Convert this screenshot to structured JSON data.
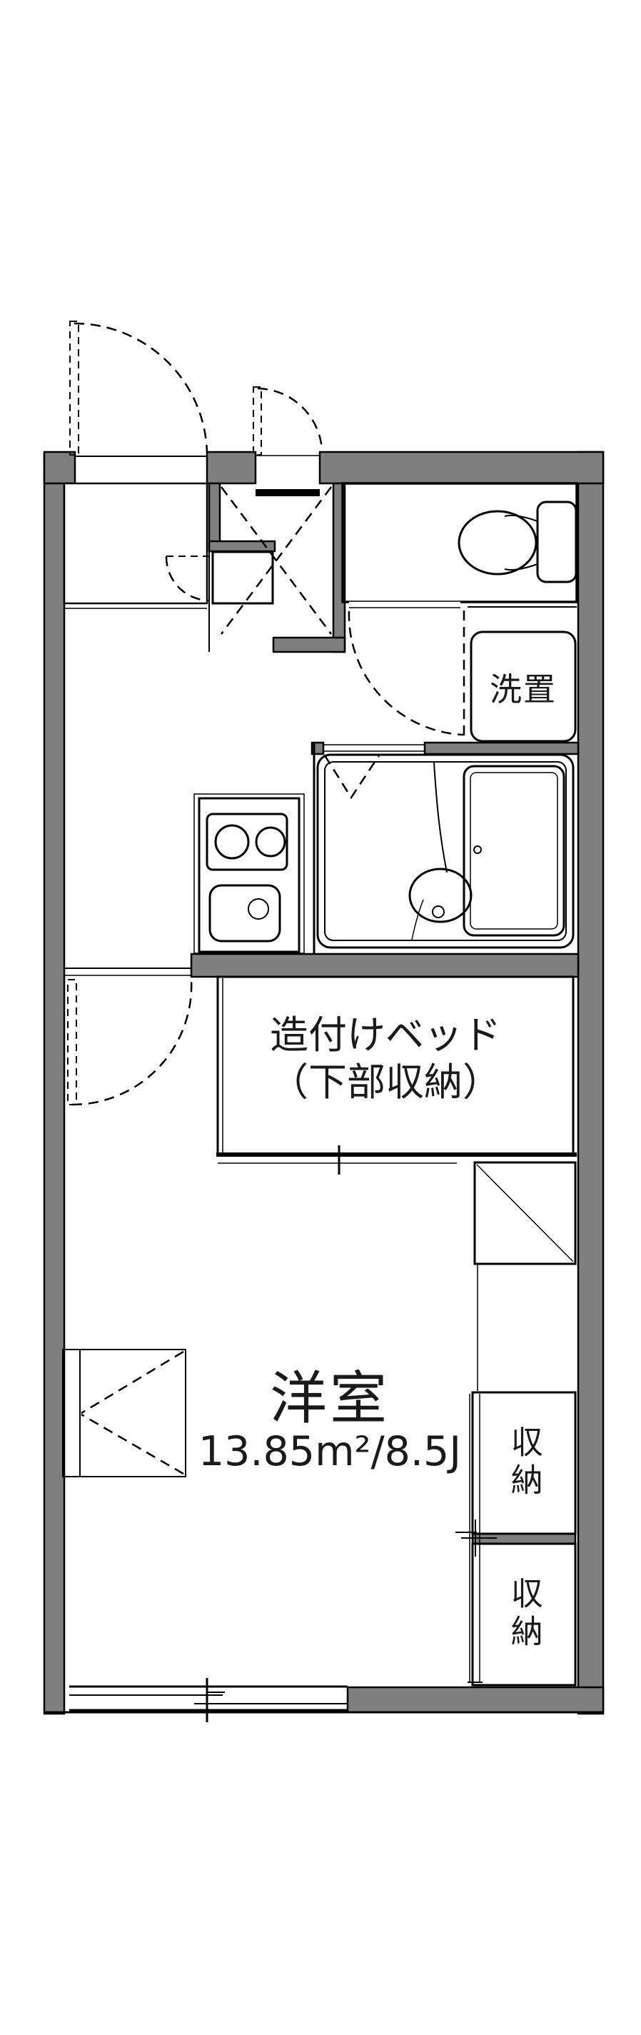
{
  "page": {
    "type": "apartment-floor-plan"
  },
  "labels": {
    "laundry": "洗置",
    "bed_line1": "造付けベッド",
    "bed_line2": "（下部収納）",
    "room_name": "洋室",
    "room_area": "13.85m²/8.5J",
    "closet_upper": "収納",
    "closet_lower": "収納"
  },
  "colors": {
    "wall": "#7f7f7f",
    "water_area": "#dfe8f7",
    "storage": "#fbefd5",
    "line": "#000000",
    "background": "#ffffff"
  },
  "fixtures": [
    "toilet",
    "bathtub",
    "wash-place-drain",
    "kitchen-stove-2-burner",
    "kitchen-sink",
    "laundry-machine-space",
    "built-in-bed",
    "shoe-box",
    "refrigerator-space",
    "closet-upper",
    "closet-lower",
    "sliding-window"
  ]
}
